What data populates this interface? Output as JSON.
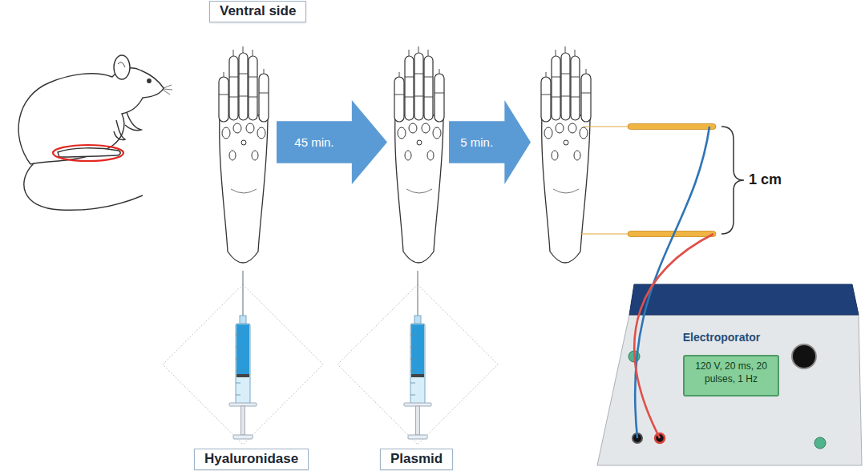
{
  "diagram": {
    "nodes": [
      {
        "text": [
          "Ventral side"
        ]
      },
      {
        "text": [
          "45 min."
        ]
      },
      {
        "text": [
          "5 min."
        ]
      },
      {
        "text": [
          "Hyaluronidase"
        ]
      },
      {
        "text": [
          "Plasmid"
        ]
      },
      {
        "text": [
          "Electroporator"
        ]
      },
      {
        "text": [
          "120 V, 20 ms, 20 pulses, 1 Hz"
        ],
        "in": 5
      }
    ],
    "labels": [
      "1 cm"
    ]
  }
}
